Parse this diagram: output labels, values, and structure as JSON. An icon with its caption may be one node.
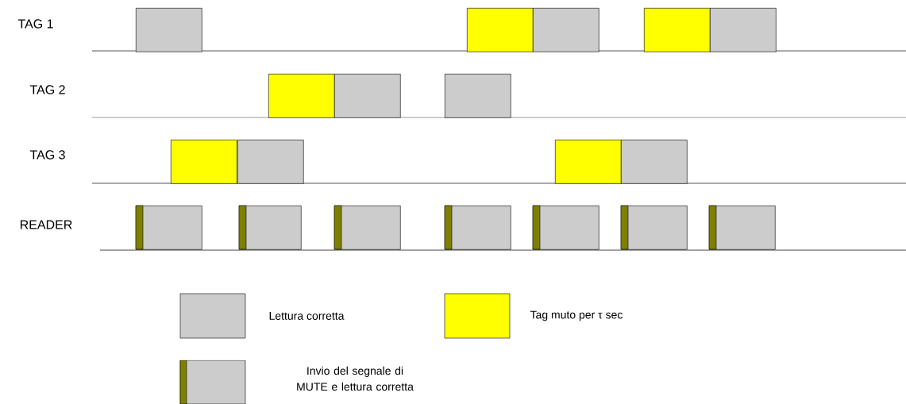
{
  "diagram": {
    "nodes": [
      {
        "text": [],
        "shape": "box"
      },
      {
        "text": [],
        "shape": "box"
      },
      {
        "text": [],
        "shape": "box"
      },
      {
        "text": [],
        "shape": "box"
      },
      {
        "text": [],
        "shape": "box"
      },
      {
        "text": [],
        "shape": "box"
      },
      {
        "text": [],
        "shape": "box"
      },
      {
        "text": [],
        "shape": "box"
      },
      {
        "text": [],
        "shape": "box"
      },
      {
        "text": [],
        "shape": "box"
      },
      {
        "text": [],
        "shape": "box"
      },
      {
        "text": [],
        "shape": "box"
      },
      {
        "text": [],
        "shape": "box"
      },
      {
        "text": [],
        "shape": "box"
      },
      {
        "text": [],
        "shape": "box"
      },
      {
        "text": [],
        "shape": "box"
      },
      {
        "text": [],
        "shape": "box"
      },
      {
        "text": [],
        "shape": "box"
      },
      {
        "text": [],
        "shape": "box"
      }
    ],
    "labels": [
      "TAG 1",
      "TAG 2",
      "TAG 3",
      "READER"
    ],
    "legend": [
      {
        "text": "Lettura corretta",
        "color": "#cccccc"
      },
      {
        "text": "Tag muto per τ sec",
        "color": "#ffff00"
      },
      {
        "text": "Invio del segnale di MUTE e lettura corretta"
      }
    ]
  }
}
